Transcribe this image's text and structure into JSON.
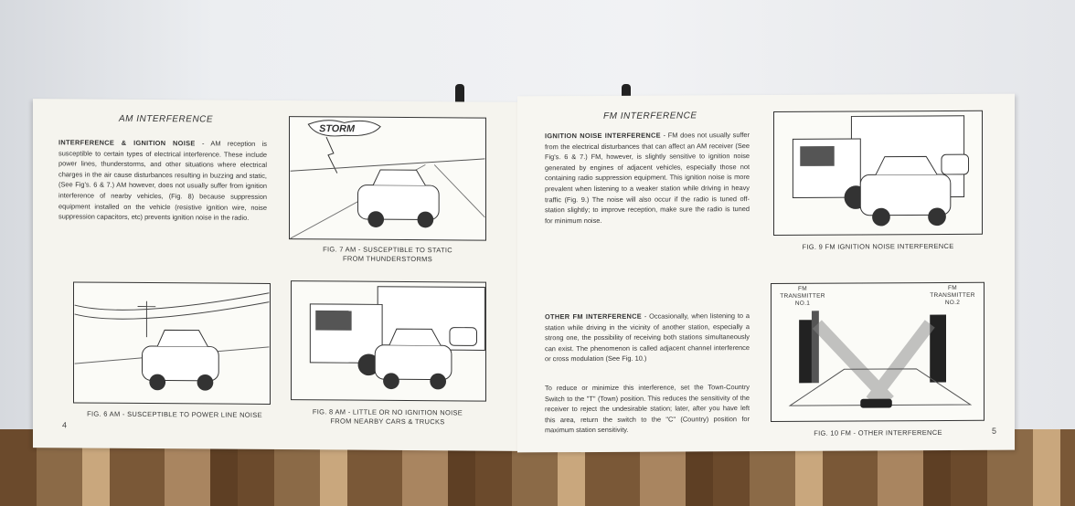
{
  "left_page": {
    "heading": "AM INTERFERENCE",
    "section_title": "INTERFERENCE & IGNITION NOISE",
    "section_body": " - AM reception is susceptible to certain types of electrical interference. These include power lines, thunderstorms, and other situations where electrical charges in the air cause disturbances resulting in buzzing and static, (See Fig's. 6 & 7.) AM however, does not usually suffer from ignition interference of nearby vehicles, (Fig. 8) because suppression equipment installed on the vehicle (resistive ignition wire, noise suppression capacitors, etc) prevents ignition noise in the radio.",
    "fig7_label": "STORM",
    "fig7_caption_1": "FIG. 7  AM - SUSCEPTIBLE TO STATIC",
    "fig7_caption_2": "FROM THUNDERSTORMS",
    "fig6_caption": "FIG. 6  AM - SUSCEPTIBLE TO POWER LINE NOISE",
    "fig8_caption_1": "FIG. 8  AM - LITTLE OR NO IGNITION NOISE",
    "fig8_caption_2": "FROM NEARBY CARS & TRUCKS",
    "page_number": "4"
  },
  "right_page": {
    "heading": "FM INTERFERENCE",
    "section1_title": "IGNITION NOISE INTERFERENCE",
    "section1_body": " - FM does not usually suffer from the electrical disturbances that can affect an AM receiver (See Fig's. 6 & 7.) FM, however, is slightly sensitive to ignition noise generated by engines of adjacent vehicles, especially those not containing radio suppression equipment. This ignition noise is more prevalent when listening to a weaker station while driving in heavy traffic (Fig. 9.) The noise will also occur if the radio is tuned off-station slightly; to improve reception, make sure the radio is tuned for minimum noise.",
    "section2_title": "OTHER FM INTERFERENCE",
    "section2_body": " - Occasionally, when listening to a station while driving in the vicinity of another station, especially a strong one, the possibility of receiving both stations simultaneously can exist. The phenomenon is called adjacent channel interference or cross modulation (See Fig. 10.)",
    "section2_para2": "To reduce or minimize this interference, set the Town-Country Switch to the \"T\" (Town) position. This reduces the sensitivity of the receiver to reject the undesirable station; later, after you have left this area, return the switch to the \"C\" (Country) position for maximum station sensitivity.",
    "fig9_caption": "FIG. 9  FM IGNITION NOISE INTERFERENCE",
    "fig10_tx1": "FM TRANSMITTER NO.1",
    "fig10_tx2": "FM TRANSMITTER NO.2",
    "fig10_caption": "FIG. 10  FM - OTHER INTERFERENCE",
    "page_number": "5"
  }
}
